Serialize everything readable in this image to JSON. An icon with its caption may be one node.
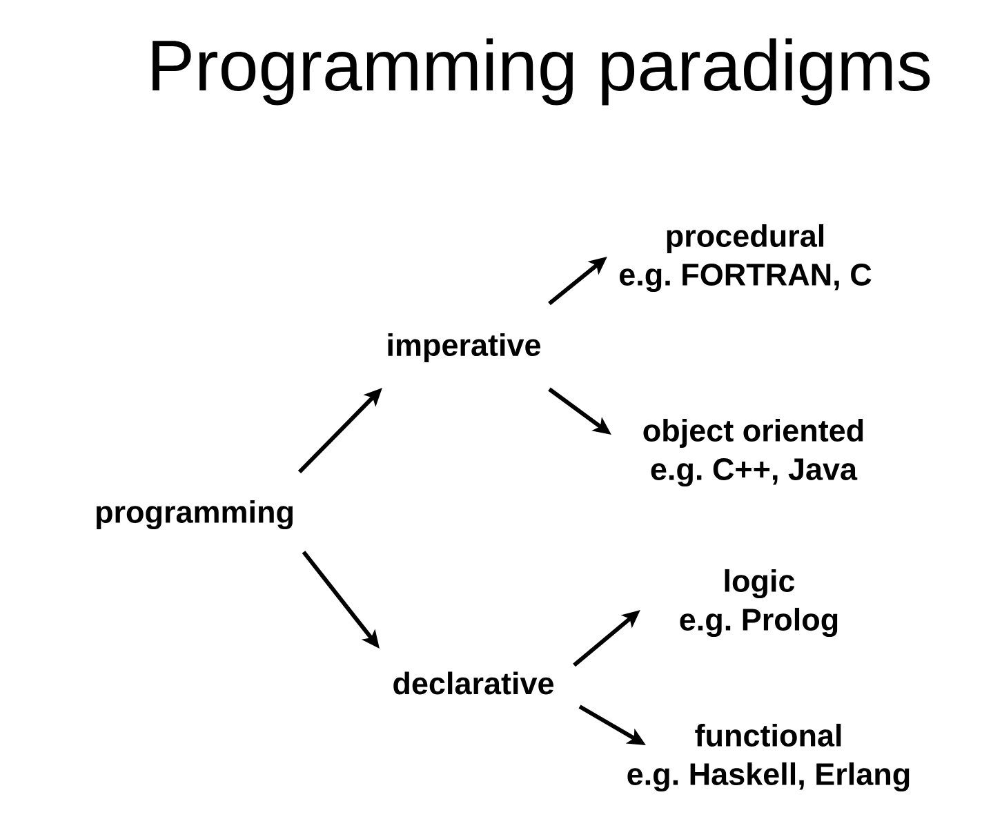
{
  "diagram": {
    "title": "Programming paradigms",
    "nodes": [
      {
        "text": [
          "programming"
        ]
      },
      {
        "text": [
          "imperative"
        ]
      },
      {
        "text": [
          "declarative"
        ]
      },
      {
        "text": [
          "procedural",
          "e.g. FORTRAN, C"
        ]
      },
      {
        "text": [
          "object oriented",
          "e.g. C++, Java"
        ]
      },
      {
        "text": [
          "logic",
          "e.g. Prolog"
        ]
      },
      {
        "text": [
          "functional",
          "e.g. Haskell, Erlang"
        ]
      }
    ],
    "edges": [
      {
        "from": 0,
        "to": 1,
        "arrow": "to"
      },
      {
        "from": 0,
        "to": 2,
        "arrow": "to"
      },
      {
        "from": 1,
        "to": 3,
        "arrow": "to"
      },
      {
        "from": 1,
        "to": 4,
        "arrow": "to"
      },
      {
        "from": 2,
        "to": 5,
        "arrow": "to"
      },
      {
        "from": 2,
        "to": 6,
        "arrow": "to"
      }
    ]
  }
}
